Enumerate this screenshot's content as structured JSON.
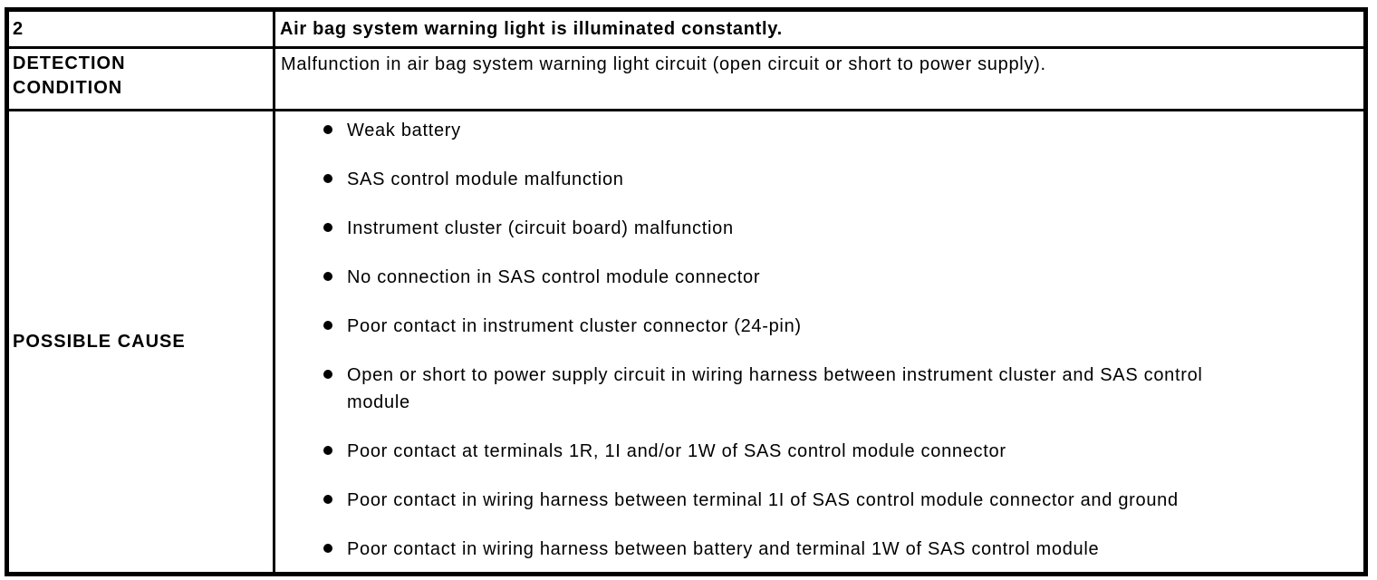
{
  "colors": {
    "text": "#000000",
    "border": "#000000",
    "background": "#ffffff"
  },
  "document": {
    "dtc_number": "2",
    "dtc_title": "Air bag system warning light is illuminated constantly.",
    "detection_condition": {
      "label": "DETECTION CONDITION",
      "description": "Malfunction in air bag system warning light circuit (open circuit or short to power supply)."
    },
    "possible_cause": {
      "label": "POSSIBLE CAUSE",
      "items": [
        "Weak battery",
        "SAS control module malfunction",
        "Instrument cluster (circuit board) malfunction",
        "No connection in SAS control module connector",
        "Poor contact in instrument cluster connector (24-pin)",
        "Open or short to power supply circuit in wiring harness between instrument cluster and SAS control\nmodule",
        "Poor contact at terminals 1R, 1I and/or 1W of SAS control module connector",
        "Poor contact in wiring harness between terminal 1I of SAS control module connector and ground",
        "Poor contact in wiring harness between battery and terminal 1W of SAS control module"
      ]
    }
  }
}
